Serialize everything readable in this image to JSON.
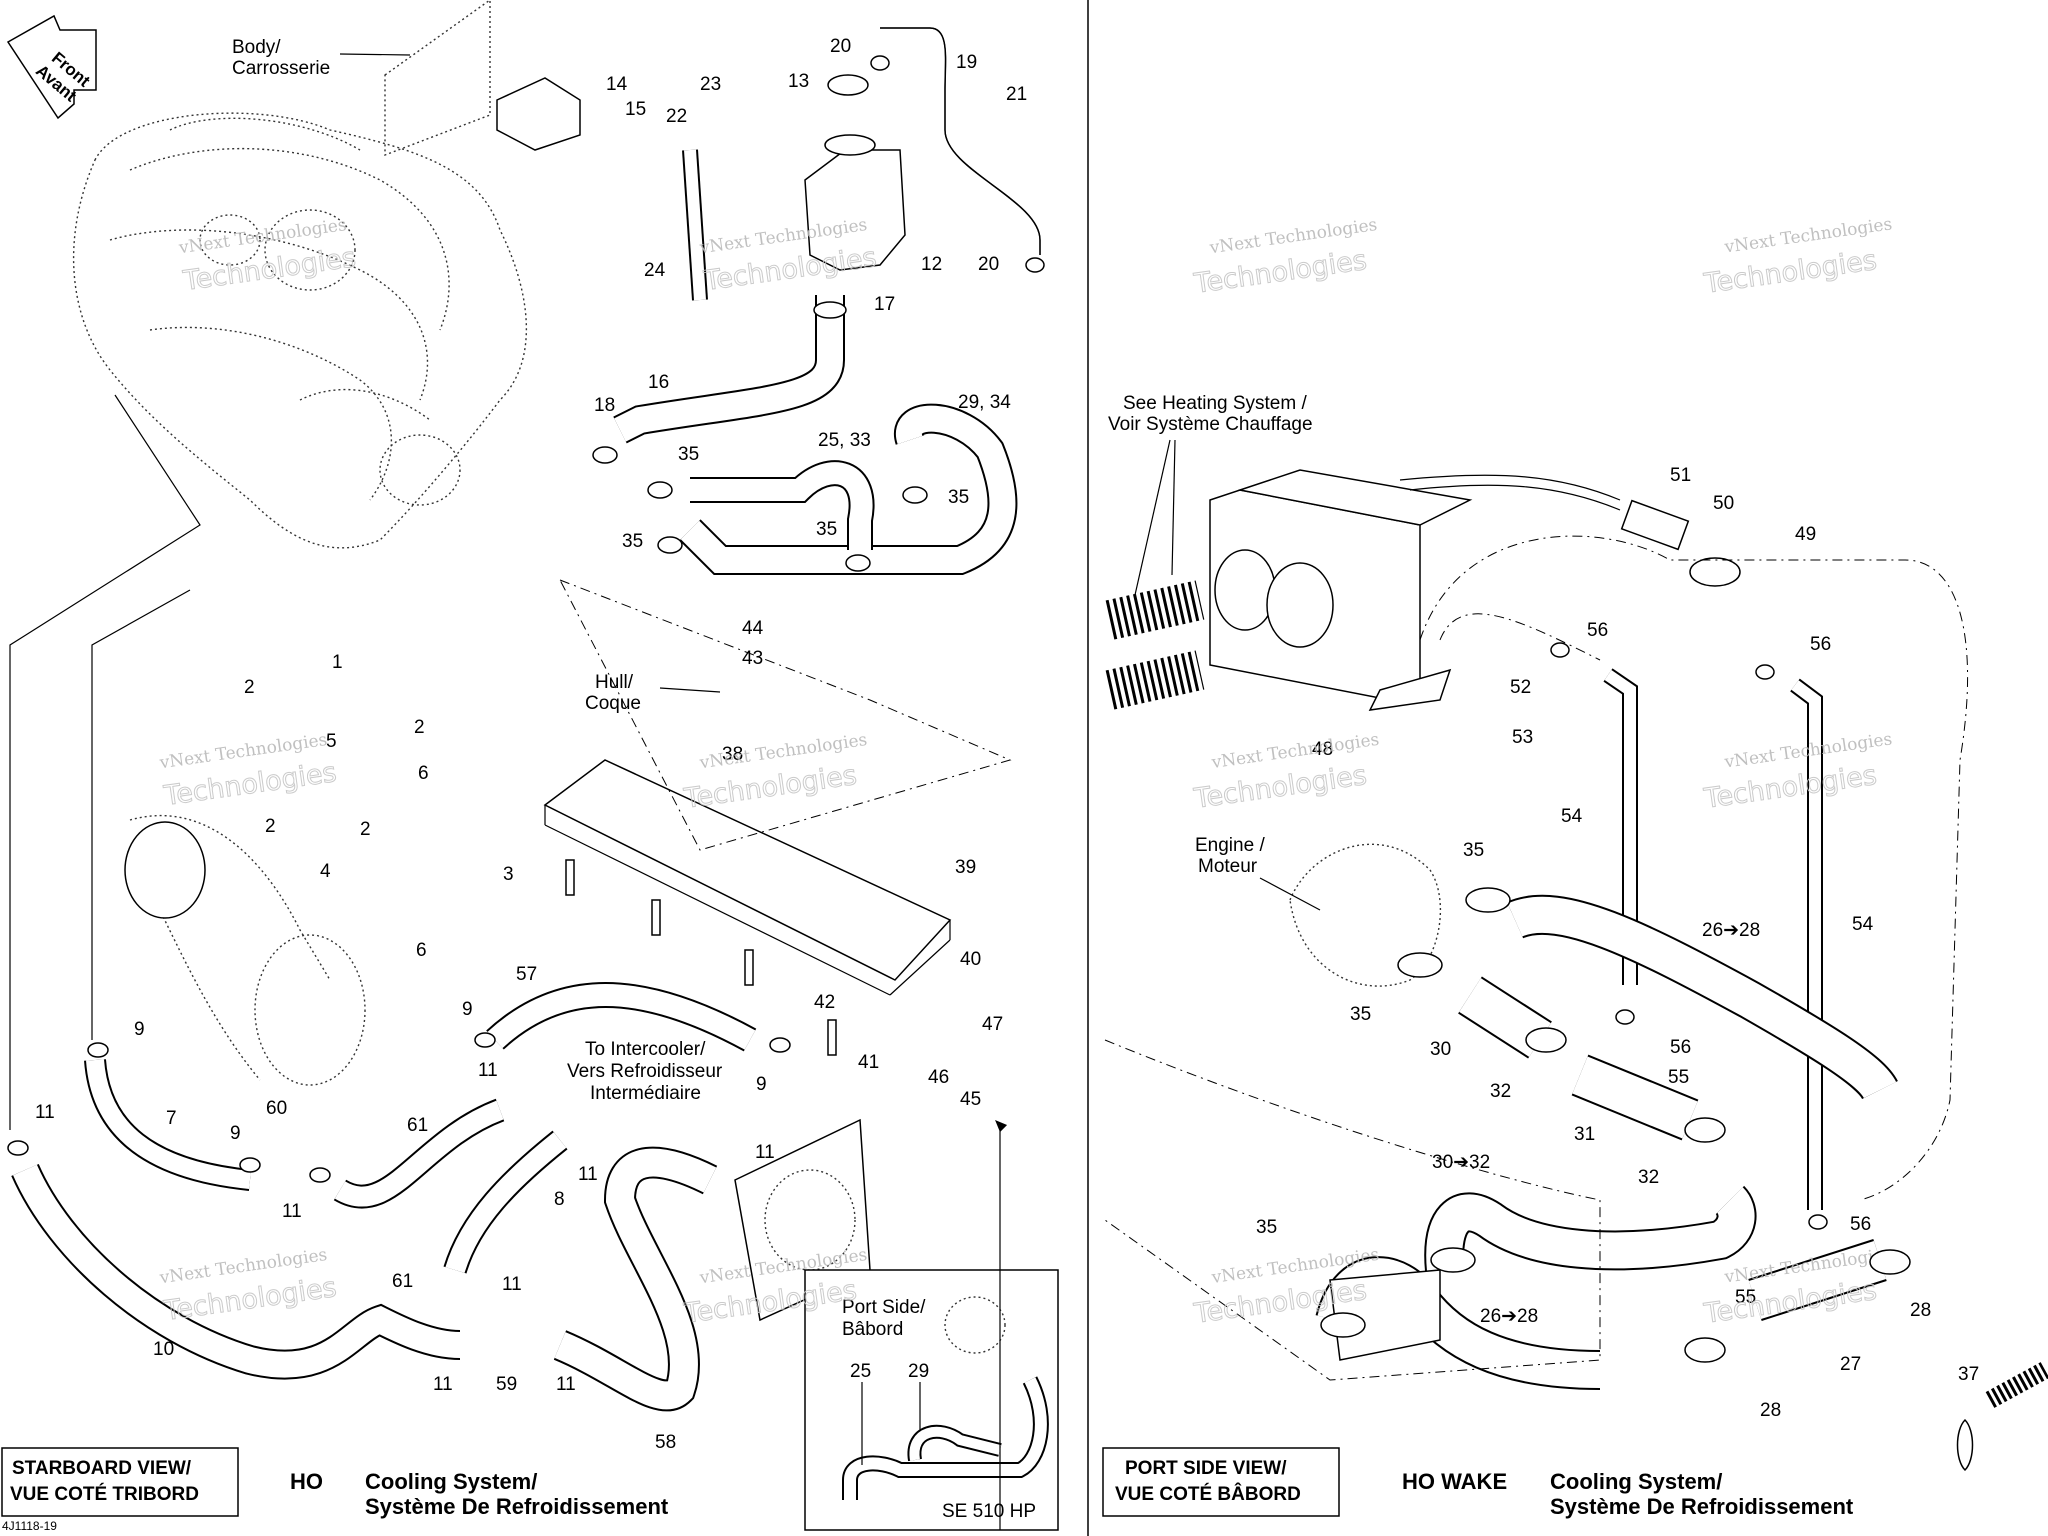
{
  "document": {
    "code": "4J1118-19",
    "watermark_line1": "vNext Technologies",
    "watermark_line2": "Technologies",
    "front_arrow": [
      "Front",
      "Avant"
    ],
    "left_panel": {
      "view_line1": "STARBOARD VIEW/",
      "view_line2": "VUE COTÉ TRIBORD",
      "model": "HO",
      "title_line1": "Cooling System/",
      "title_line2": "Système De Refroidissement"
    },
    "right_panel": {
      "view_line1": "PORT SIDE VIEW/",
      "view_line2": "VUE COTÉ BÂBORD",
      "model": "HO WAKE",
      "title_line1": "Cooling System/",
      "title_line2": "Système De Refroidissement"
    },
    "inset": {
      "title_line1": "Port Side/",
      "title_line2": "Bâbord",
      "label": "SE 510 HP",
      "numbers": [
        "25",
        "29"
      ]
    },
    "annotations": {
      "body": [
        "Body/",
        "Carrosserie"
      ],
      "hull": [
        "Hull/",
        "Coque"
      ],
      "intercooler": [
        "To Intercooler/",
        "Vers Refroidisseur",
        "Intermédiaire"
      ],
      "heating": [
        "See Heating System /",
        "Voir Système Chauffage"
      ],
      "engine": [
        "Engine /",
        "Moteur"
      ]
    }
  },
  "callouts_left": [
    "1",
    "2",
    "3",
    "4",
    "5",
    "6",
    "7",
    "8",
    "9",
    "10",
    "11",
    "12",
    "13",
    "14",
    "15",
    "16",
    "17",
    "18",
    "19",
    "20",
    "21",
    "22",
    "23",
    "24",
    "25, 33",
    "29, 34",
    "35",
    "38",
    "39",
    "40",
    "41",
    "42",
    "43",
    "44",
    "45",
    "46",
    "47",
    "57",
    "58",
    "59",
    "60",
    "61"
  ],
  "callouts_right": [
    "26➔28",
    "27",
    "28",
    "30",
    "30➔32",
    "31",
    "32",
    "35",
    "37",
    "48",
    "49",
    "50",
    "51",
    "52",
    "53",
    "54",
    "55",
    "56"
  ]
}
